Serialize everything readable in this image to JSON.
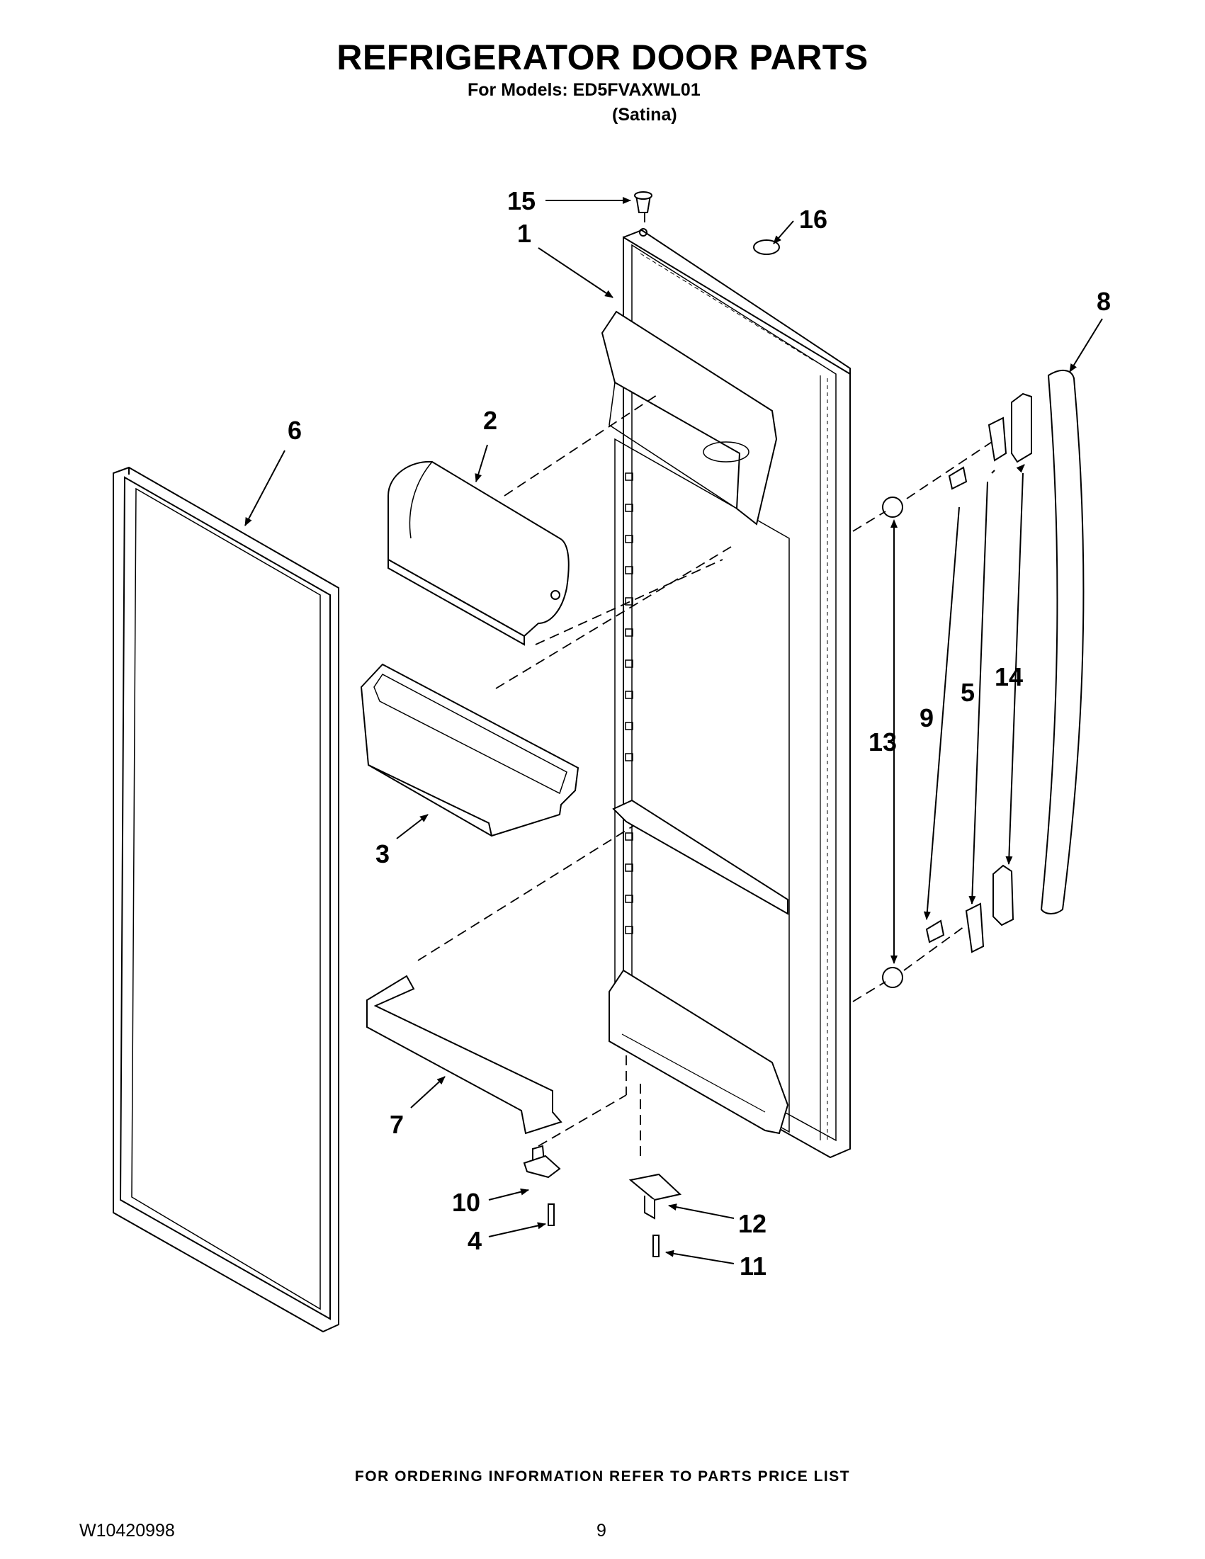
{
  "header": {
    "title": "REFRIGERATOR DOOR PARTS",
    "models_line": "For Models: ED5FVAXWL01",
    "variant": "(Satina)"
  },
  "callouts": {
    "c1": "1",
    "c2": "2",
    "c3": "3",
    "c4": "4",
    "c5": "5",
    "c6": "6",
    "c7": "7",
    "c8": "8",
    "c9": "9",
    "c10": "10",
    "c11": "11",
    "c12": "12",
    "c13": "13",
    "c14": "14",
    "c15": "15",
    "c16": "16"
  },
  "footer": {
    "ordering_note": "FOR ORDERING INFORMATION REFER TO PARTS PRICE LIST",
    "document_number": "W10420998",
    "page_number": "9"
  }
}
